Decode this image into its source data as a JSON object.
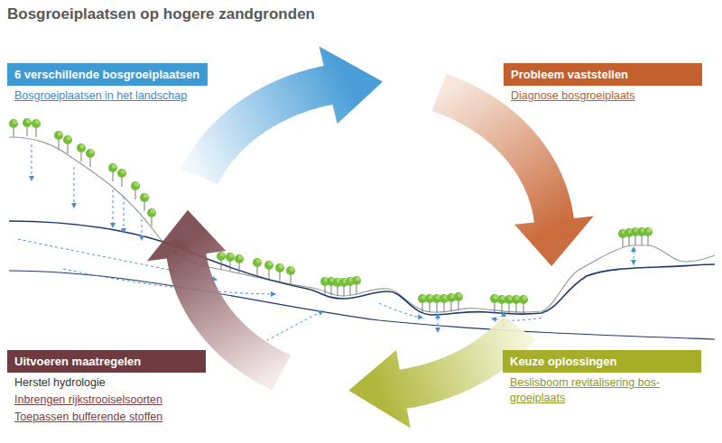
{
  "diagram": {
    "title": "Bosgroeiplaatsen op hogere zandgronden",
    "nodes": [
      {
        "text": [
          "6 verschillende bosgroeiplaatsen",
          "Bosgroeiplaatsen in het landschap"
        ]
      },
      {
        "text": [
          "Probleem vaststellen",
          "Diagnose bosgroeiplaats"
        ]
      },
      {
        "text": [
          "Uitvoeren maatregelen",
          "Herstel hydrologie",
          "Inbrengen rijkstrooiselsoorten",
          "Toepassen bufferende stoffen"
        ]
      },
      {
        "text": [
          "Keuze oplossingen",
          "Beslisboom revitalisering bos- groeiplaats"
        ]
      }
    ],
    "edges": [
      {
        "from": 0,
        "to": 1,
        "arrow": "to"
      },
      {
        "from": 1,
        "to": 3,
        "arrow": "to"
      },
      {
        "from": 3,
        "to": 2,
        "arrow": "to"
      },
      {
        "from": 2,
        "to": 0,
        "arrow": "to"
      }
    ]
  }
}
